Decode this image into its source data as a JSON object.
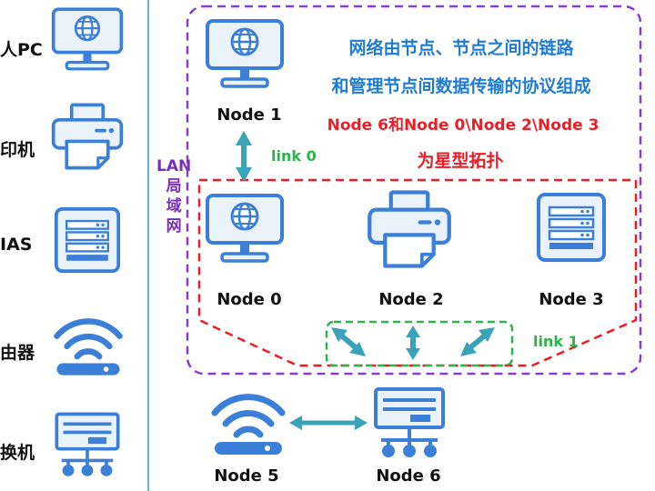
{
  "sidebar": {
    "items": [
      {
        "label": "人PC",
        "icon": "monitor-globe-icon"
      },
      {
        "label": "印机",
        "icon": "printer-icon"
      },
      {
        "label": "IAS",
        "icon": "nas-storage-icon"
      },
      {
        "label": "由器",
        "icon": "wifi-router-icon"
      },
      {
        "label": "换机",
        "icon": "network-switch-icon"
      }
    ]
  },
  "lan": {
    "line1": "LAN",
    "line2": "局",
    "line3": "域",
    "line4": "网"
  },
  "description": {
    "line1": "网络由节点、节点之间的链路",
    "line2": "和管理节点间数据传输的协议组成",
    "line3": "Node 6和Node 0\\Node 2\\Node 3",
    "line4": "为星型拓扑"
  },
  "nodes": {
    "node1": "Node 1",
    "node0": "Node 0",
    "node2": "Node 2",
    "node3": "Node 3",
    "node5": "Node 5",
    "node6": "Node 6"
  },
  "links": {
    "link0": "link 0",
    "link1": "link 1"
  },
  "colors": {
    "icon_blue": "#3b7fd9",
    "icon_fill": "#eaf3fb",
    "lan_purple": "#8a3fc9",
    "star_red": "#ee1c25",
    "link_green": "#2db34a",
    "arrow_teal": "#3aa3b8",
    "outer_border": "#5fb3e0"
  }
}
